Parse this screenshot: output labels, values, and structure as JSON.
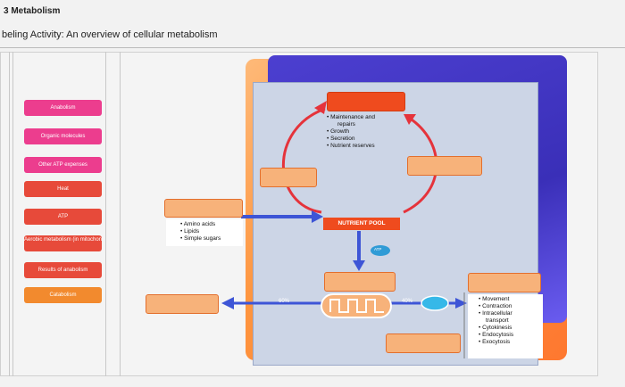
{
  "header": {
    "title": "3 Metabolism",
    "subtitle": "beling Activity: An overview of cellular metabolism"
  },
  "labels": [
    {
      "text": "Anabolism",
      "color": "pink"
    },
    {
      "text": "Organic molecules",
      "color": "pink"
    },
    {
      "text": "Other ATP expenses",
      "color": "pink"
    },
    {
      "text": "Heat",
      "color": "red"
    },
    {
      "text": "ATP",
      "color": "red"
    },
    {
      "text": "Aerobic metabolism (in mitochondria)",
      "color": "red"
    },
    {
      "text": "Results of anabolism",
      "color": "red"
    },
    {
      "text": "Catabolism",
      "color": "orange"
    }
  ],
  "diagram": {
    "maintenance_list": [
      "• Maintenance and",
      "repairs",
      "• Growth",
      "• Secretion",
      "• Nutrient reserves"
    ],
    "nutrient_list": [
      "• Amino acids",
      "• Lipids",
      "• Simple sugars"
    ],
    "nutrient_pool": "NUTRIENT POOL",
    "atp": "ATP",
    "pct_left": "60%",
    "pct_right": "40%",
    "activity_list": [
      "• Movement",
      "• Contraction",
      "• Intracellular",
      "transport",
      "• Cytokinesis",
      "• Endocytosis",
      "• Exocytosis"
    ]
  },
  "colors": {
    "pink": "#ec3d8e",
    "red": "#e74a3a",
    "orange": "#f28a2e",
    "arrow_red": "#e5333b",
    "arrow_blue": "#3d55d6"
  }
}
